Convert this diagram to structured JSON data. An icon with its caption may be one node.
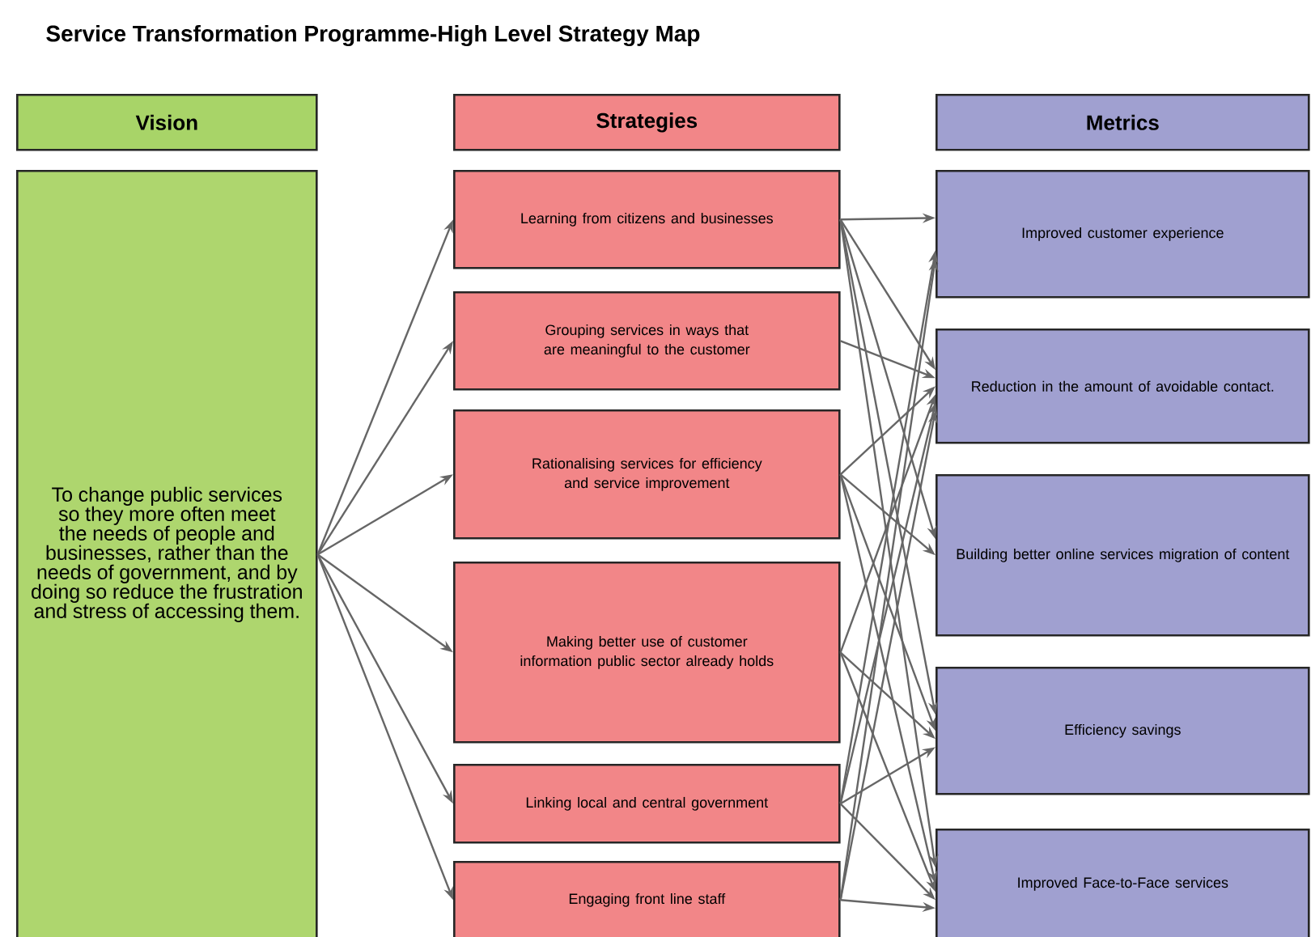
{
  "diagram": {
    "title": "Service Transformation Programme-High Level Strategy Map",
    "nodes": [
      {
        "text": [
          "Vision"
        ]
      },
      {
        "text": [
          "Strategies"
        ]
      },
      {
        "text": [
          "Metrics"
        ]
      },
      {
        "text": [
          "To change public services so they more often meet the needs of people and businesses, rather than the needs of government, and by doing so reduce the frustration and stress of accessing them."
        ]
      },
      {
        "text": [
          "Learning from citizens and businesses"
        ]
      },
      {
        "text": [
          "Grouping services in ways that are meaningful to the customer"
        ]
      },
      {
        "text": [
          "Rationalising services for efficiency and service improvement"
        ]
      },
      {
        "text": [
          "Making better use of customer information public sector already holds"
        ]
      },
      {
        "text": [
          "Linking local and central government"
        ]
      },
      {
        "text": [
          "Engaging front line staff"
        ]
      },
      {
        "text": [
          "Improved customer experience"
        ]
      },
      {
        "text": [
          "Reduction in the amount of avoidable contact."
        ]
      },
      {
        "text": [
          "Building better online services migration of content"
        ]
      },
      {
        "text": [
          "Efficiency savings"
        ]
      },
      {
        "text": [
          "Improved Face-to-Face services"
        ]
      }
    ],
    "edges": [
      {
        "from": 3,
        "to": 4,
        "arrow": "to"
      },
      {
        "from": 3,
        "to": 5,
        "arrow": "to"
      },
      {
        "from": 3,
        "to": 6,
        "arrow": "to"
      },
      {
        "from": 3,
        "to": 7,
        "arrow": "to"
      },
      {
        "from": 3,
        "to": 8,
        "arrow": "to"
      },
      {
        "from": 3,
        "to": 9,
        "arrow": "to"
      },
      {
        "from": 4,
        "to": 10,
        "arrow": "to"
      },
      {
        "from": 4,
        "to": 11,
        "arrow": "to"
      },
      {
        "from": 4,
        "to": 12,
        "arrow": "to"
      },
      {
        "from": 4,
        "to": 13,
        "arrow": "to"
      },
      {
        "from": 4,
        "to": 14,
        "arrow": "to"
      },
      {
        "from": 5,
        "to": 11,
        "arrow": "to"
      },
      {
        "from": 6,
        "to": 11,
        "arrow": "to"
      },
      {
        "from": 6,
        "to": 12,
        "arrow": "to"
      },
      {
        "from": 6,
        "to": 13,
        "arrow": "to"
      },
      {
        "from": 6,
        "to": 14,
        "arrow": "to"
      },
      {
        "from": 7,
        "to": 11,
        "arrow": "to"
      },
      {
        "from": 7,
        "to": 13,
        "arrow": "to"
      },
      {
        "from": 7,
        "to": 14,
        "arrow": "to"
      },
      {
        "from": 8,
        "to": 10,
        "arrow": "to"
      },
      {
        "from": 8,
        "to": 11,
        "arrow": "to"
      },
      {
        "from": 8,
        "to": 13,
        "arrow": "to"
      },
      {
        "from": 8,
        "to": 14,
        "arrow": "to"
      },
      {
        "from": 9,
        "to": 10,
        "arrow": "to"
      },
      {
        "from": 9,
        "to": 11,
        "arrow": "to"
      },
      {
        "from": 9,
        "to": 14,
        "arrow": "to"
      }
    ]
  }
}
